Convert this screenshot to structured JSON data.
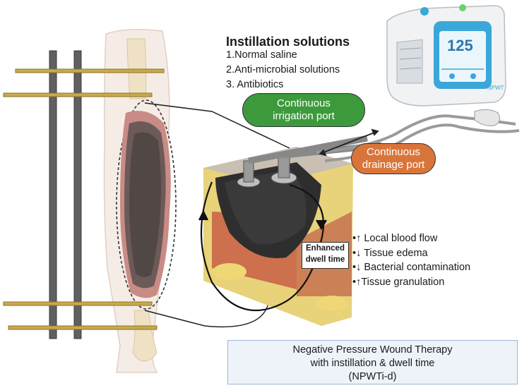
{
  "instillation": {
    "title": "Instillation solutions",
    "items": [
      "1.Normal saline",
      "2.Anti-microbial solutions",
      "3. Antibiotics"
    ]
  },
  "irrigation_port": {
    "line1": "Continuous",
    "line2": "irrigation port",
    "color": "#3c9a3c"
  },
  "drainage_port": {
    "line1": "Continuous",
    "line2": "drainage port",
    "color": "#d9753a"
  },
  "dwell_label": {
    "line1": "Enhanced",
    "line2": "dwell time"
  },
  "effects": [
    "•↑ Local blood flow",
    "•↓ Tissue edema",
    "•↓ Bacterial contamination",
    "•↑Tissue  granulation"
  ],
  "device_display": "125",
  "device_brand": "NPWT",
  "footer": {
    "line1": "Negative Pressure Wound Therapy",
    "line2": "with instillation & dwell time",
    "line3": "(NPWTi-d)"
  },
  "colors": {
    "footer_bg": "#eef3fa",
    "device_screen": "#3aa7d8",
    "foam": "#2e2e2e"
  },
  "icons": [
    "external-fixator",
    "leg-wound",
    "tissue-cross-section",
    "circulation-arrows",
    "npwt-device"
  ]
}
